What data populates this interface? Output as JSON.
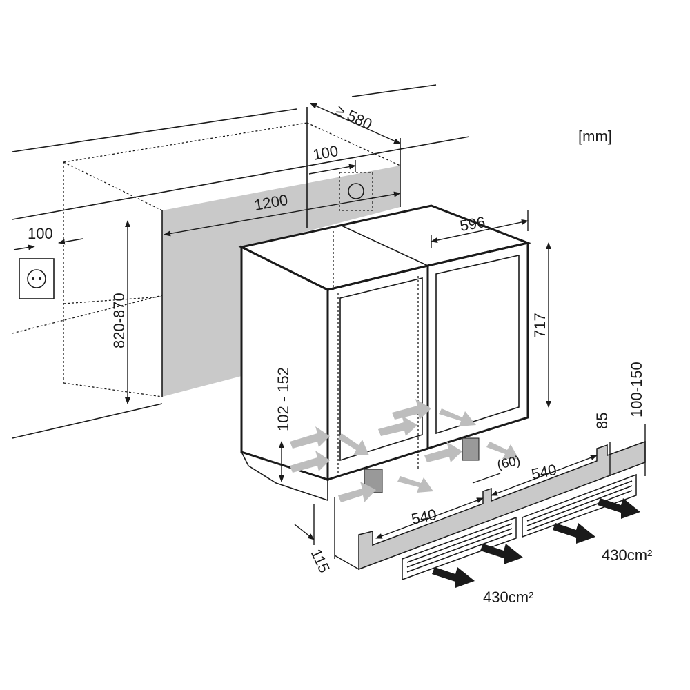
{
  "unit_label": "[mm]",
  "dimensions": {
    "depth_min": "≥ 580",
    "socket_offset_top": "100",
    "niche_width": "1200",
    "socket_offset_left": "100",
    "niche_height": "820-870",
    "appliance_width": "596",
    "door_height": "717",
    "foot_height": "102 - 152",
    "plinth_height": "100-150",
    "vent_height": "85",
    "gap": "(60)",
    "vent_width_right": "540",
    "vent_width_left": "540",
    "plinth_depth": "115"
  },
  "vent_area_right": "430cm²",
  "vent_area_left": "430cm²",
  "colors": {
    "line": "#1a1a1a",
    "shade": "#c9c9c9",
    "arrow": "#bdbdbd"
  }
}
